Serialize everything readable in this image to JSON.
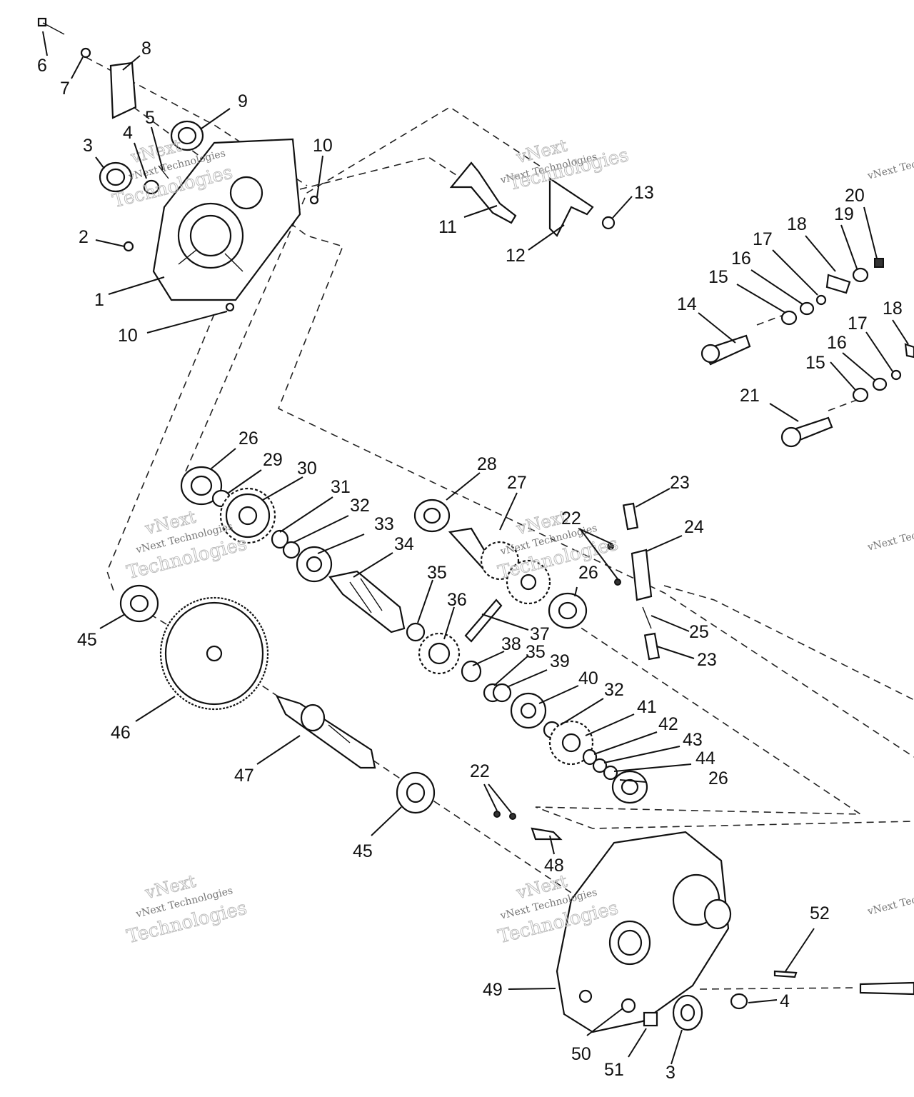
{
  "watermark": {
    "brand": "vNext Technologies",
    "line1": "vNext",
    "line2": "Technologies"
  },
  "callouts": {
    "1": "1",
    "2": "2",
    "3": "3",
    "4": "4",
    "5": "5",
    "6": "6",
    "7": "7",
    "8": "8",
    "9": "9",
    "10": "10",
    "11": "11",
    "12": "12",
    "13": "13",
    "14": "14",
    "15": "15",
    "16": "16",
    "17": "17",
    "18": "18",
    "19": "19",
    "20": "20",
    "21": "21",
    "22": "22",
    "23": "23",
    "24": "24",
    "25": "25",
    "26": "26",
    "27": "27",
    "28": "28",
    "29": "29",
    "30": "30",
    "31": "31",
    "32": "32",
    "33": "33",
    "34": "34",
    "35": "35",
    "36": "36",
    "37": "37",
    "38": "38",
    "39": "39",
    "40": "40",
    "41": "41",
    "42": "42",
    "43": "43",
    "44": "44",
    "45": "45",
    "46": "46",
    "47": "47",
    "48": "48",
    "49": "49",
    "50": "50",
    "51": "51",
    "52": "52"
  }
}
